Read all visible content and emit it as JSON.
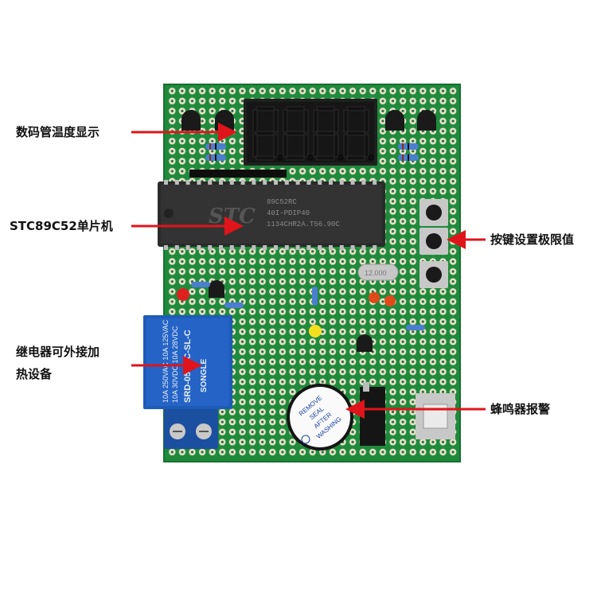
{
  "labels": {
    "display": "数码管温度显示",
    "mcu": "STC89C52单片机",
    "relay_line1": "继电器可外接加",
    "relay_line2": "热设备",
    "buttons": "按键设置极限值",
    "buzzer": "蜂鸣器报警"
  },
  "chip": {
    "logo": "STC",
    "part": "89C52RC",
    "line2": "40I-PDIP40",
    "line3": "1134CHR2A.T56.90C"
  },
  "relay": {
    "brand": "SONGLE",
    "rating1": "10A 250VAC  10A 125VAC",
    "rating2": "10A 30VDC  10A 28VDC",
    "model": "SRD-05VDC-SL-C"
  },
  "crystal": {
    "marking": "12.000"
  },
  "buzzer": {
    "line1": "REMOVE",
    "line2": "SEAL",
    "line3": "AFTER",
    "line4": "WASHING"
  },
  "colors": {
    "pcb": "#1f8a3c",
    "pcb_light": "#27a146",
    "pad": "#e6e0c8",
    "arrow": "#e0141b",
    "segment": "#111111",
    "relay": "#1e5bb8",
    "terminal": "#1b4fa0",
    "led_red": "#e02020",
    "led_yellow": "#f5e020"
  }
}
